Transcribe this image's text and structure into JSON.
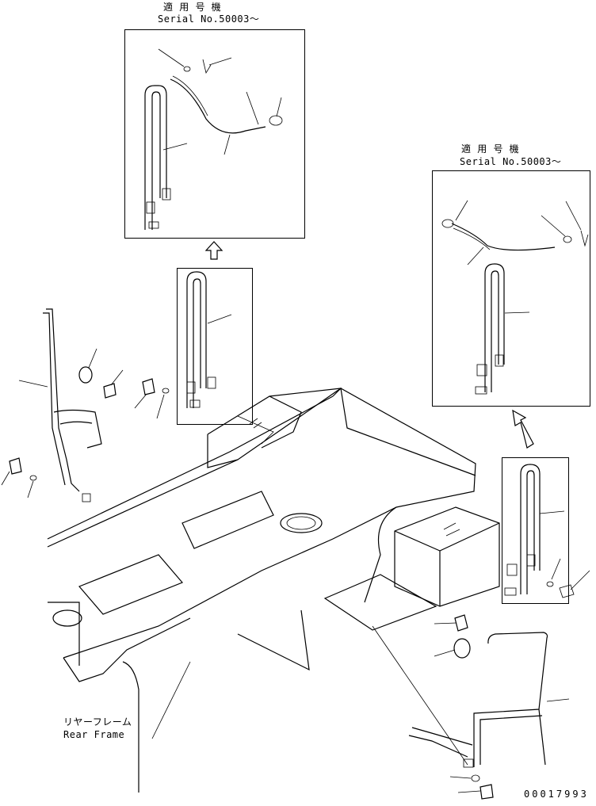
{
  "callout_top": {
    "line1": "適 用 号 機",
    "line2": "Serial No.50003～"
  },
  "callout_right": {
    "line1": "適 用 号 機",
    "line2": "Serial No.50003～"
  },
  "rear_frame": {
    "ja": "リヤーフレーム",
    "en": "Rear Frame"
  },
  "drawing_number": "00017993"
}
